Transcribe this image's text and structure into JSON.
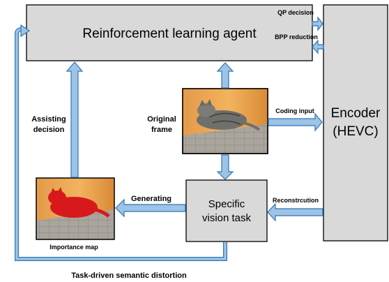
{
  "agent_label": "Reinforcement learning agent",
  "encoder_line1": "Encoder",
  "encoder_line2": "(HEVC)",
  "vision_line1": "Specific",
  "vision_line2": "vision task",
  "qp_decision": "QP decision",
  "bpp_reduction": "BPP reduction",
  "coding_input": "Coding input",
  "reconstruction": "Reconstrcution",
  "original_line1": "Original",
  "original_line2": "frame",
  "generating": "Generating",
  "assisting_line1": "Assisting",
  "assisting_line2": "decision",
  "importance_map": "Importance map",
  "task_driven": "Task-driven semantic distortion"
}
